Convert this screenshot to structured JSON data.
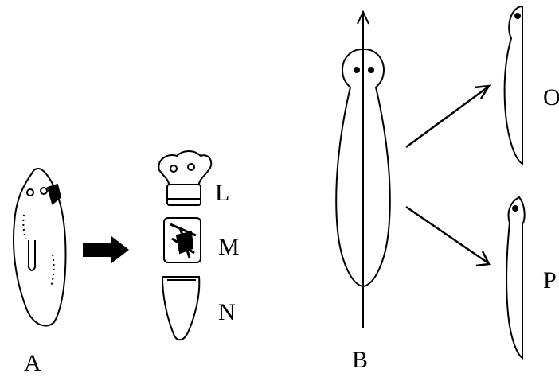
{
  "labels": {
    "a": "A",
    "b": "B",
    "l": "L",
    "m": "M",
    "n": "N",
    "o": "O",
    "p": "P"
  }
}
